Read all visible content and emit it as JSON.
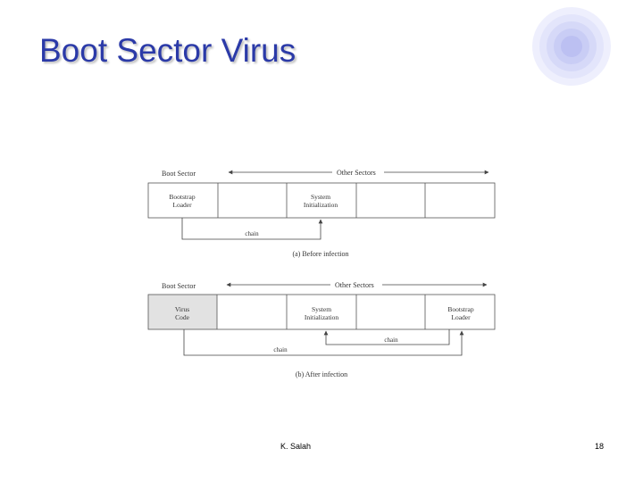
{
  "slide": {
    "title": "Boot Sector Virus",
    "author": "K. Salah",
    "page_number": "18"
  },
  "diagram": {
    "before": {
      "boot_sector_label": "Boot Sector",
      "other_sectors_label": "Other Sectors",
      "cell_bootstrap_line1": "Bootstrap",
      "cell_bootstrap_line2": "Loader",
      "cell_sysinit_line1": "System",
      "cell_sysinit_line2": "Initialization",
      "chain_label": "chain",
      "caption": "(a)  Before infection"
    },
    "after": {
      "boot_sector_label": "Boot Sector",
      "other_sectors_label": "Other Sectors",
      "cell_virus_line1": "Virus",
      "cell_virus_line2": "Code",
      "cell_sysinit_line1": "System",
      "cell_sysinit_line2": "Initialization",
      "cell_bootstrap_line1": "Bootstrap",
      "cell_bootstrap_line2": "Loader",
      "chain_label_1": "chain",
      "chain_label_2": "chain",
      "caption": "(b)  After infection"
    }
  },
  "colors": {
    "title": "#2b3aa8",
    "virus_cell_fill": "#e2e2e2",
    "orb": "#b9bdf2"
  }
}
